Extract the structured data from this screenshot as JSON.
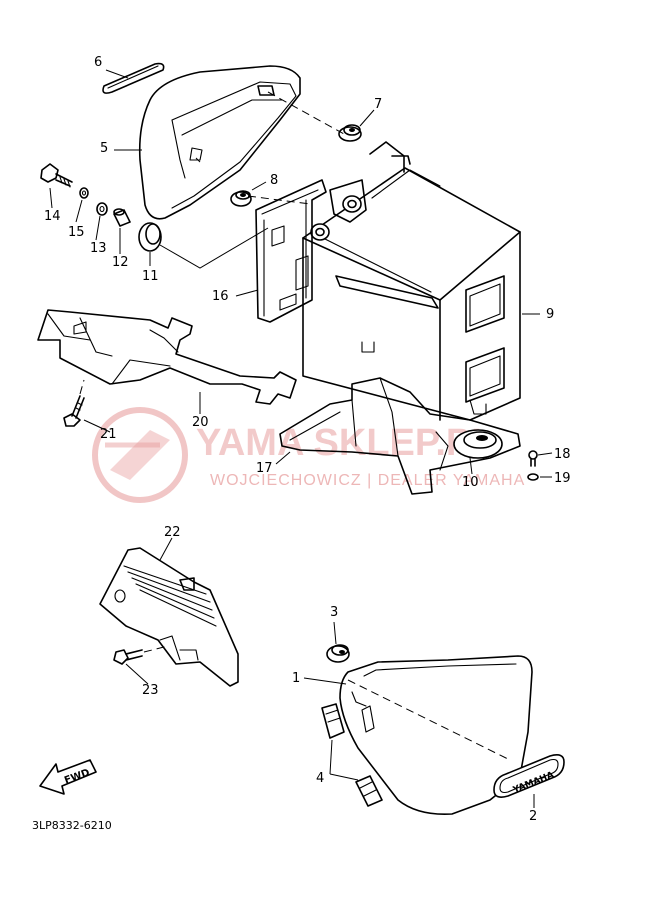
{
  "diagram": {
    "drawing_code": "3LP8332-6210",
    "direction_label": "FWD",
    "emblem_text": "YAMAHA",
    "watermark": {
      "brand": "YAMA SKLEP.PL",
      "dealer": "WOJCIECHOWICZ | DEALER YAMAHA"
    },
    "callouts": [
      "1",
      "2",
      "3",
      "4",
      "5",
      "6",
      "7",
      "8",
      "9",
      "10",
      "11",
      "12",
      "13",
      "14",
      "15",
      "16",
      "17",
      "18",
      "19",
      "20",
      "21",
      "22",
      "23"
    ]
  },
  "colors": {
    "line": "#000000",
    "watermark": "#e8a0a0"
  }
}
